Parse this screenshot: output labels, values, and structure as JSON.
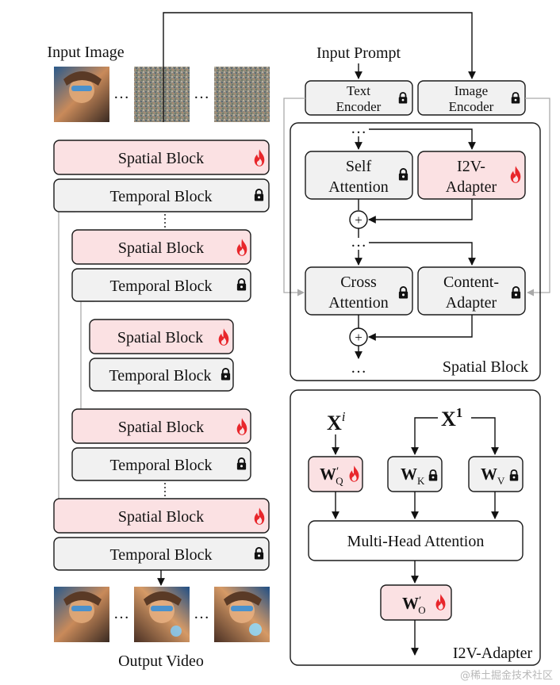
{
  "colors": {
    "spatial_fill": "#fbe1e3",
    "temporal_fill": "#f1f1f1",
    "stroke": "#1a1a1a",
    "arrow": "#111111",
    "gray_line": "#aaaaaa",
    "flame": "#e8262b"
  },
  "left": {
    "input_label": "Input Image",
    "output_label": "Output Video",
    "ellipsis": "…",
    "spatial_label": "Spatial Block",
    "temporal_label": "Temporal Block"
  },
  "prompt": {
    "label": "Input Prompt"
  },
  "encoders": {
    "text_line1": "Text",
    "text_line2": "Encoder",
    "image_line1": "Image",
    "image_line2": "Encoder"
  },
  "spatial_detail": {
    "title": "Spatial Block",
    "self_attn_line1": "Self",
    "self_attn_line2": "Attention",
    "i2v_line1": "I2V-",
    "i2v_line2": "Adapter",
    "cross_line1": "Cross",
    "cross_line2": "Attention",
    "content_line1": "Content-",
    "content_line2": "Adapter",
    "ellipsis": "…",
    "plus": "+"
  },
  "adapter_detail": {
    "title": "I2V-Adapter",
    "xi_base": "X",
    "xi_sup": "i",
    "x1_base": "X",
    "x1_sup": "1",
    "wq_base": "W",
    "wq_sub": "Q",
    "wk_base": "W",
    "wk_sub": "K",
    "wv_base": "W",
    "wv_sub": "V",
    "wo_base": "W",
    "wo_sub": "O",
    "prime": "′",
    "mha_label": "Multi-Head Attention"
  },
  "watermark": "@稀土掘金技术社区"
}
